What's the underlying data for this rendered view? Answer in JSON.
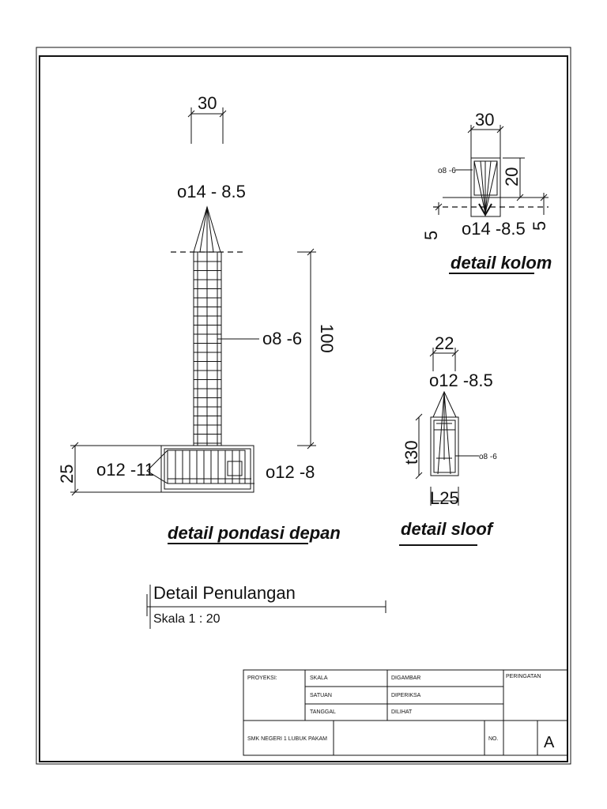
{
  "pondasi": {
    "dim_width": "30",
    "dim_height": "100",
    "dim_foot": "25",
    "rebar_top": "o14 - 8.5",
    "stirrup": "o8 -6",
    "rebar_left": "o12 -11",
    "rebar_right": "o12 -8",
    "title": "detail pondasi depan"
  },
  "kolom": {
    "dim_width": "30",
    "dim_height": "20",
    "dim_left": "5",
    "dim_right": "5",
    "stirrup": "o8 -6",
    "rebar": "o14 -8.5",
    "title": "detail kolom"
  },
  "sloof": {
    "dim_width": "22",
    "rebar": "o12 -8.5",
    "dim_height": "t30",
    "stirrup": "o8 -6",
    "dim_bottom": "L25",
    "title": "detail sloof"
  },
  "caption": {
    "title": "Detail Penulangan",
    "scale": "Skala 1 : 20"
  },
  "title_block": {
    "proyeksi": "PROYEKSI:",
    "skala": "SKALA",
    "satuan": "SATUAN",
    "tanggal": "TANGGAL",
    "digambar": "DIGAMBAR",
    "diperiksa": "DIPERIKSA",
    "dilihat": "DILIHAT",
    "peringatan": "PERINGATAN",
    "school": "SMK NEGERI 1 LUBUK PAKAM",
    "no_label": "NO.",
    "sheet_letter": "A"
  }
}
